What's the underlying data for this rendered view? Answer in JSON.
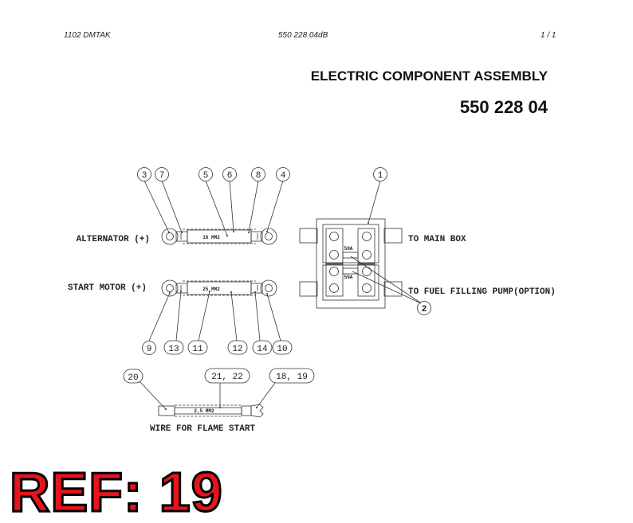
{
  "header": {
    "left": "1102 DMTAK",
    "center": "550 228 04dB",
    "right": "1 /   1"
  },
  "title": {
    "main": "ELECTRIC COMPONENT ASSEMBLY",
    "number": "550 228 04"
  },
  "labels": {
    "alternator": "ALTERNATOR (+)",
    "start_motor": "START MOTOR (+)",
    "to_main_box": "TO MAIN BOX",
    "to_fuel_pump": "TO FUEL FILLING PUMP(OPTION)",
    "wire_flame": "WIRE FOR FLAME START"
  },
  "cables": {
    "alt_size": "16 MM2",
    "start_size": "25 MM2",
    "flame_size": "2,5 MM2"
  },
  "fuses": {
    "top": "50A",
    "bottom": "50A"
  },
  "callouts": {
    "c3": "3",
    "c7": "7",
    "c5": "5",
    "c6": "6",
    "c8": "8",
    "c4": "4",
    "c1": "1",
    "c2": "2",
    "c9": "9",
    "c13": "13",
    "c11": "11",
    "c12": "12",
    "c14": "14",
    "c10": "10",
    "c20": "20",
    "c2122": "21, 22",
    "c1819": "18, 19"
  },
  "reference": "REF: 19"
}
